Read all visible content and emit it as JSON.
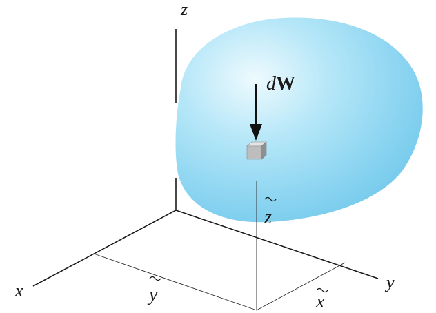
{
  "axes": {
    "x_label": "x",
    "y_label": "y",
    "z_label": "z"
  },
  "dimensions": {
    "x_tilde_label": "x",
    "y_tilde_label": "y",
    "z_tilde_label": "z"
  },
  "force": {
    "label_prefix": "d",
    "label_vector": "W"
  },
  "colors": {
    "body_fill": "#8fd6f2",
    "body_edge": "#5cbfe6",
    "body_highlight": "#e6f7fd",
    "element_top": "#d4d4d4",
    "element_side": "#9a9a9a",
    "arrow": "#111111"
  }
}
